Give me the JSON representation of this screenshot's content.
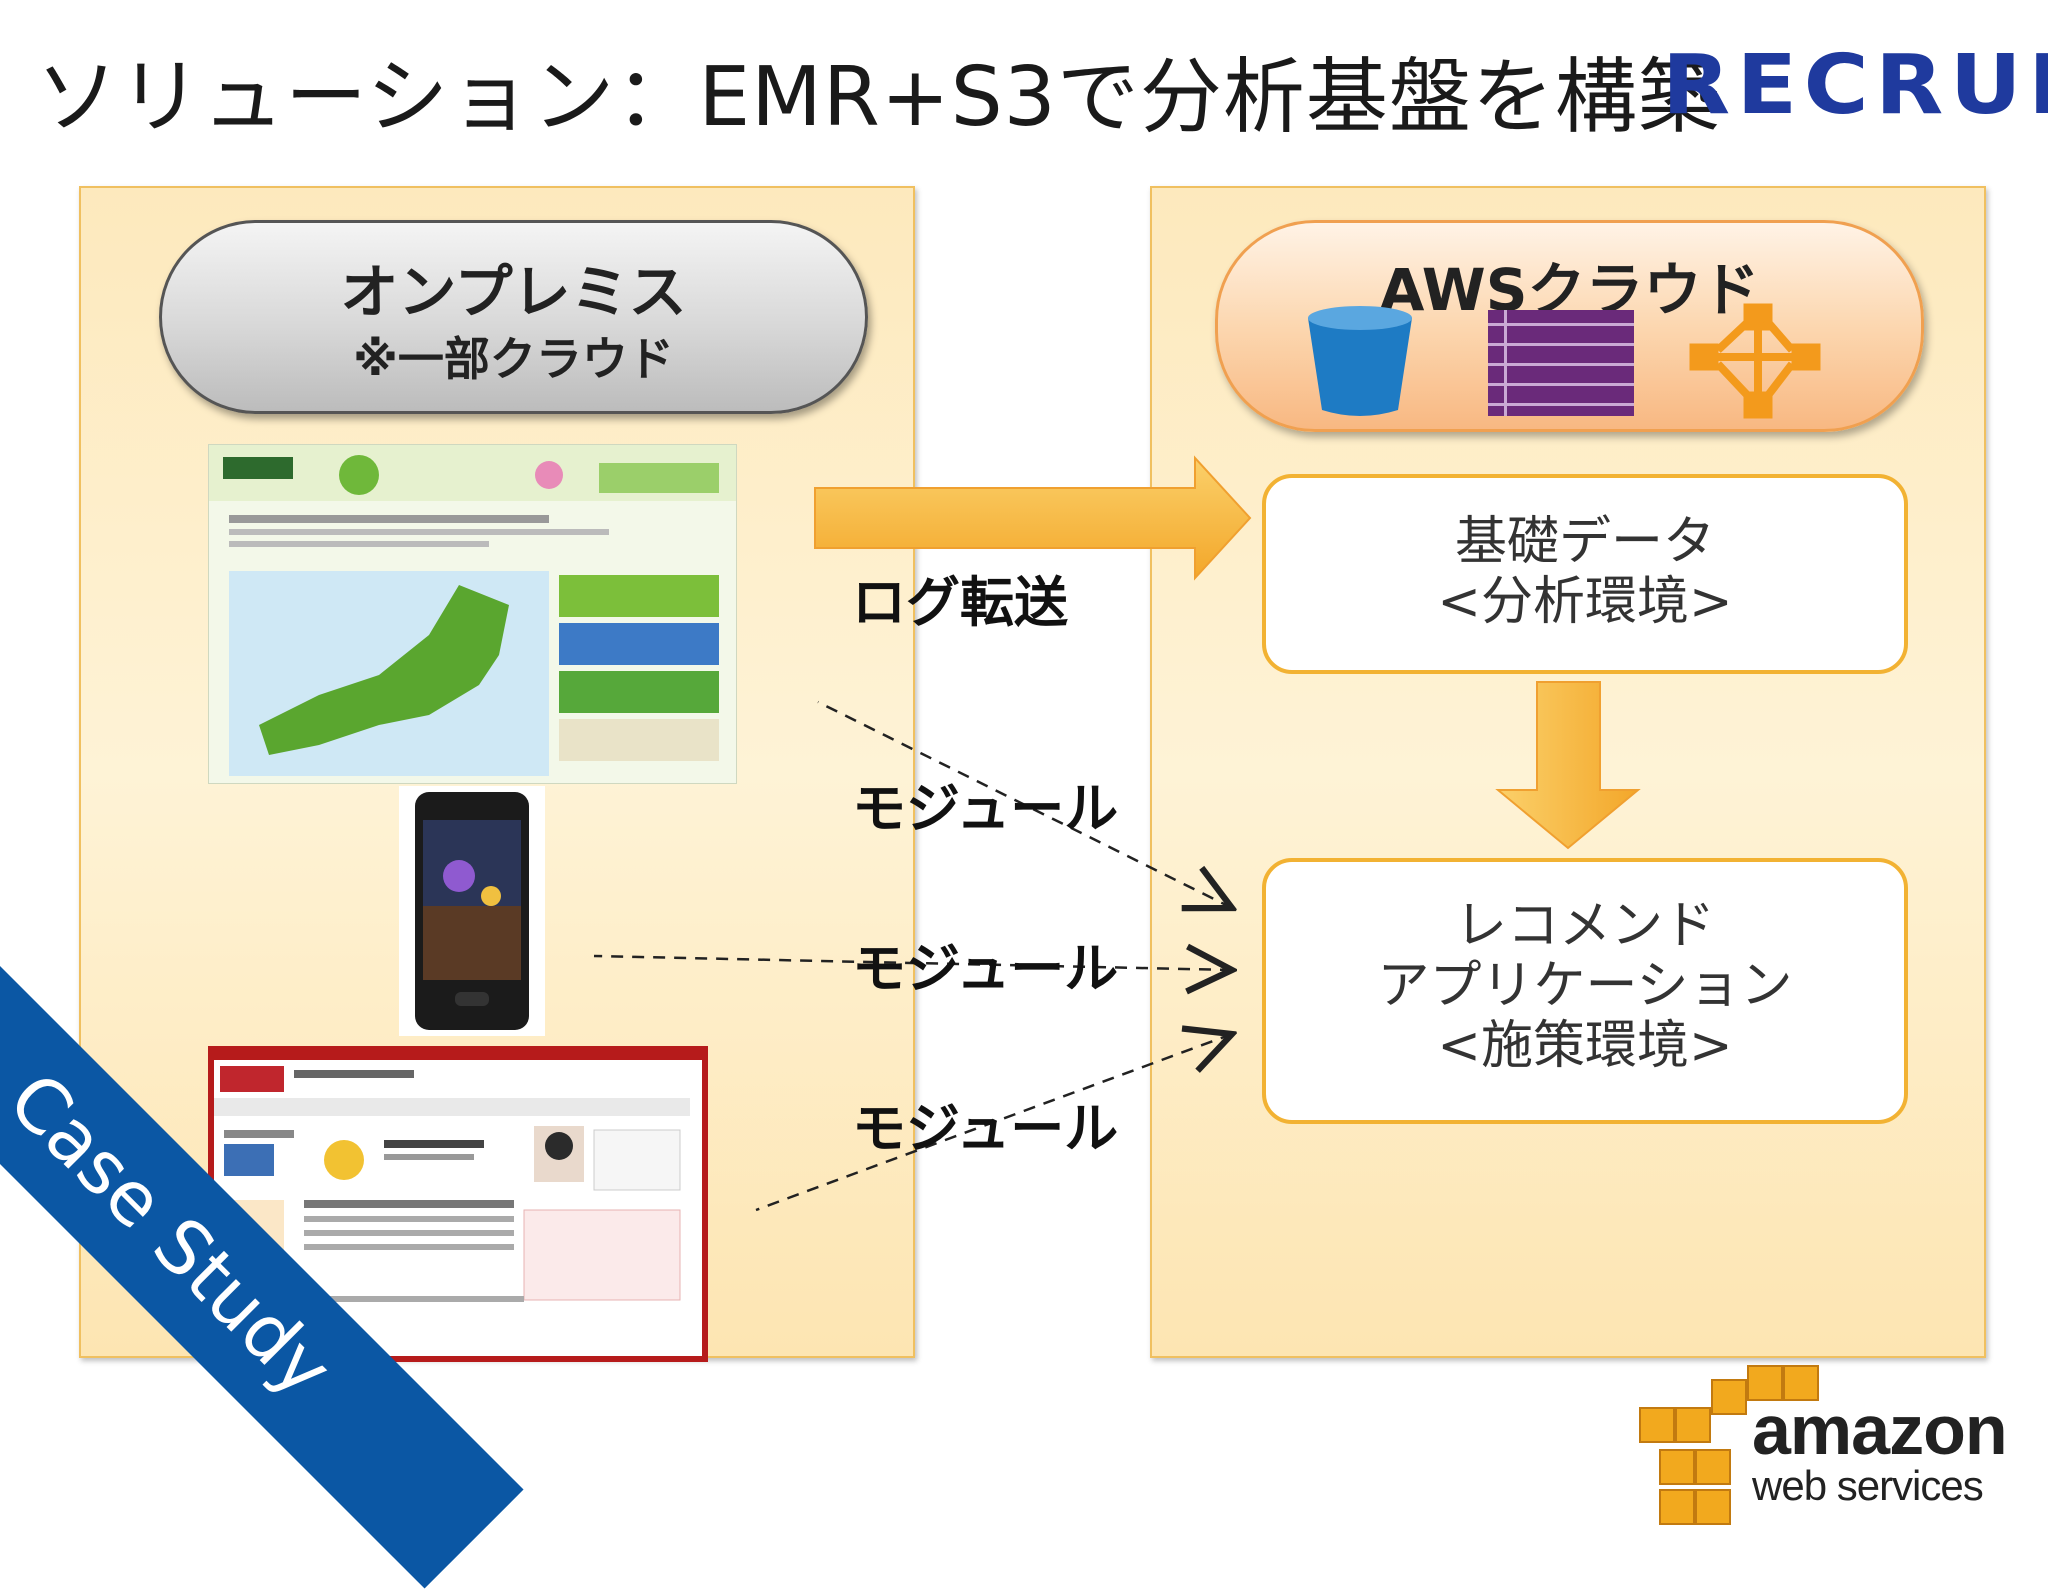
{
  "slide": {
    "title": "ソリューション：EMR+S3で分析基盤を構築",
    "brand": "RECRUIT"
  },
  "onprem": {
    "title": "オンプレミス",
    "subtitle": "※一部クラウド"
  },
  "cloud": {
    "title": "AWSクラウド",
    "icons": [
      "s3-bucket-icon",
      "database-table-icon",
      "emr-cluster-icon"
    ]
  },
  "boxes": {
    "data": [
      "基礎データ",
      "<分析環境>"
    ],
    "app": [
      "レコメンド",
      "アプリケーション",
      "<施策環境>"
    ]
  },
  "arrows": {
    "log_transfer": "ログ転送",
    "module_1": "モジュール",
    "module_2": "モジュール",
    "module_3": "モジュール"
  },
  "corner_banner": "Case Study",
  "aws": {
    "line1": "amazon",
    "line2": "web services"
  },
  "colors": {
    "panel": "#fde9bd",
    "accent_orange": "#f2b233",
    "brand_blue": "#1f3a9e",
    "banner_blue": "#0b57a4",
    "s3_blue": "#1e7bc4",
    "db_purple": "#6a2a7a",
    "emr_orange": "#f39a1c"
  }
}
